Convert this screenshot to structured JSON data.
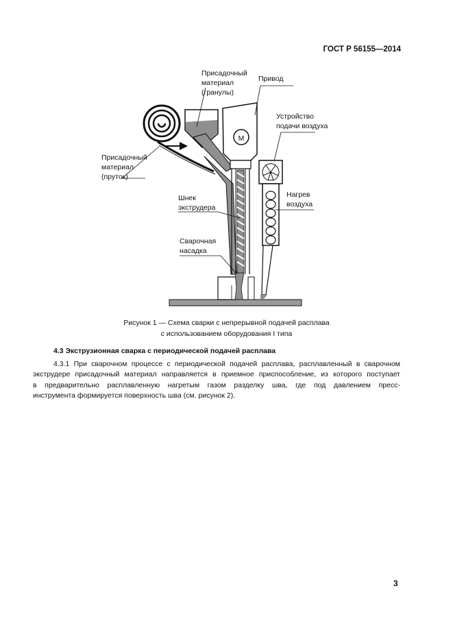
{
  "header": {
    "standard_code": "ГОСТ Р 56155—2014"
  },
  "figure": {
    "labels": {
      "granules": [
        "Присадочный",
        "материал",
        "(гранулы)"
      ],
      "drive": "Привод",
      "air_supply": [
        "Устройство",
        "подачи воздуха"
      ],
      "rod": [
        "Присадочный",
        "материал",
        "(пруток)"
      ],
      "heating": [
        "Нагрев",
        "воздуха"
      ],
      "screw": [
        "Шнек",
        "экструдера"
      ],
      "nozzle": [
        "Сварочная",
        "насадка"
      ],
      "motor": "М"
    },
    "caption": [
      "Рисунок 1 — Схема сварки с непрерывной подачей расплава",
      "с использованием оборудования I типа"
    ]
  },
  "section": {
    "heading": "4.3 Экструзионная сварка с периодической подачей расплава",
    "paragraph_lines": [
      "4.3.1 При сварочном процессе с периодической подачей расплава, расплавленный в сварочном",
      "экструдере присадочный материал направляется в приемное приспособление, из которого поступает",
      "в предварительно расплавленную нагретым газом разделку шва, где под давлением пресс-",
      "инструмента формируется поверхность шва (см. рисунок 2)."
    ]
  },
  "footer": {
    "page_number": "3"
  }
}
